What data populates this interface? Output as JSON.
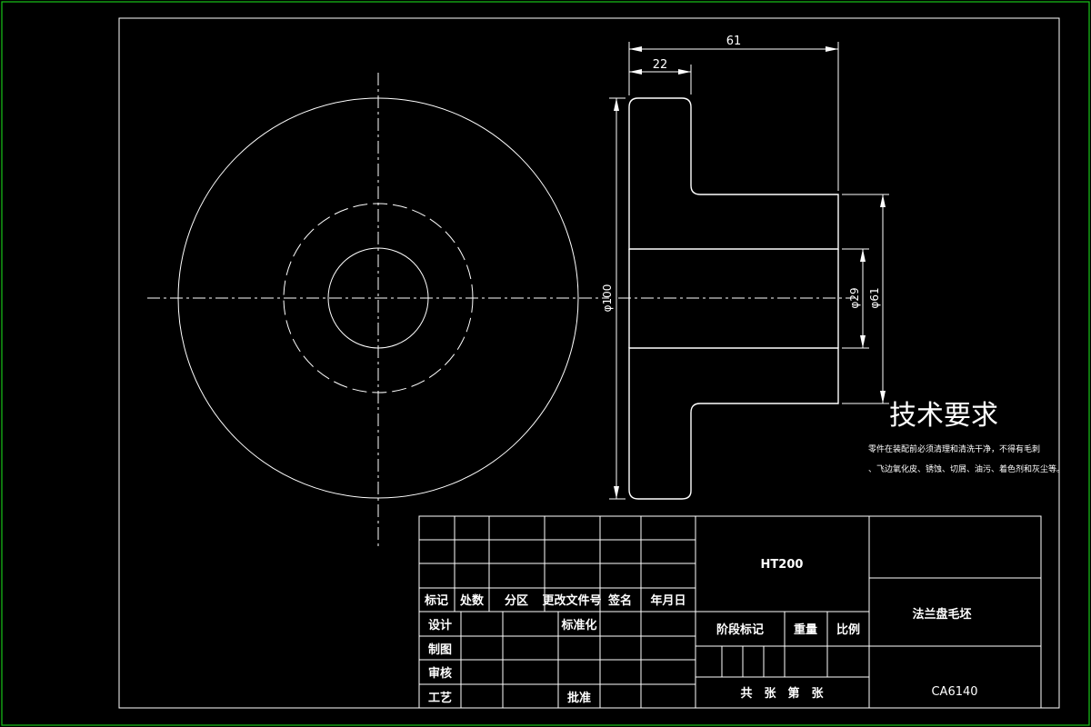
{
  "drawing": {
    "dimensions": {
      "total_length": "61",
      "flange_thickness": "22",
      "outer_diameter": "φ100",
      "bore_diameter": "φ29",
      "hub_diameter": "φ61"
    },
    "tech_requirements": {
      "title": "技术要求",
      "line1": "零件在装配前必须清理和清洗干净，不得有毛刺",
      "line2": "、飞边氧化皮、锈蚀、切屑、油污、着色剂和灰尘等。"
    },
    "title_block": {
      "headers": [
        "标记",
        "处数",
        "分区",
        "更改文件号",
        "签名",
        "年月日"
      ],
      "row_design": "设计",
      "row_standard": "标准化",
      "row_drawing": "制图",
      "row_review": "审核",
      "row_process": "工艺",
      "row_approve": "批准",
      "material": "HT200",
      "stage_mark": "阶段标记",
      "weight": "重量",
      "scale": "比例",
      "sheets": "共　张　第　张",
      "part_name": "法兰盘毛坯",
      "drawing_code": "CA6140"
    }
  }
}
